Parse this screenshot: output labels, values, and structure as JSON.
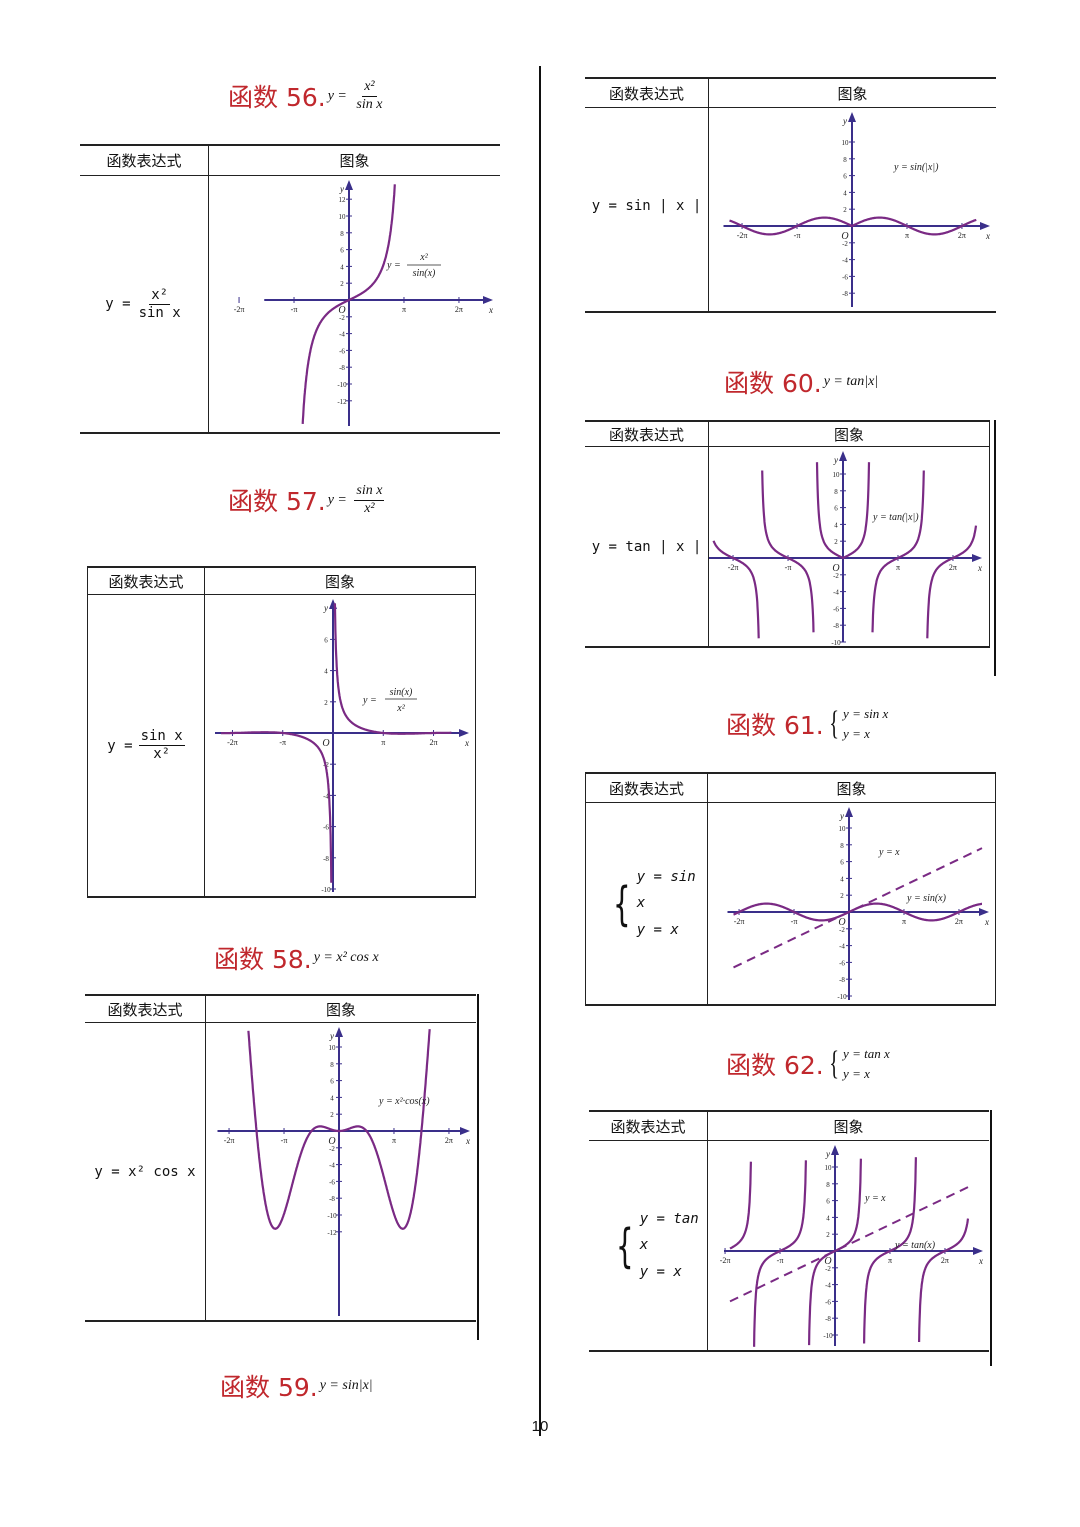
{
  "page_number": "10",
  "table_header": {
    "expr": "函数表达式",
    "graph": "图象"
  },
  "axis": {
    "x": "x",
    "y": "y",
    "origin": "O",
    "neg2pi": "-2π",
    "negpi": "-π",
    "pi": "π",
    "twopi": "2π"
  },
  "sections": [
    {
      "label": "函数 56.",
      "formula_prefix": "y =",
      "num": "x²",
      "den": "sin x",
      "expr": "y =",
      "expr_num": "x²",
      "expr_den": "sin x",
      "curve_label_prefix": "y =",
      "curve_num": "x²",
      "curve_den": "sin(x)"
    },
    {
      "label": "函数 57.",
      "formula_prefix": "y =",
      "num": "sin x",
      "den": "x²",
      "expr": "y =",
      "expr_num": "sin x",
      "expr_den": "x²",
      "curve_label_prefix": "y =",
      "curve_num": "sin(x)",
      "curve_den": "x²"
    },
    {
      "label": "函数 58.",
      "formula": "y = x² cos x",
      "expr": "y = x² cos x",
      "curve_label": "y = x²·cos(x)"
    },
    {
      "label": "函数 59.",
      "formula": "y = sin|x|",
      "expr": "y = sin | x |",
      "curve_label": "y = sin(|x|)"
    },
    {
      "label": "函数 60.",
      "formula": "y = tan|x|",
      "expr": "y = tan | x |",
      "curve_label": "y = tan(|x|)"
    },
    {
      "label": "函数 61.",
      "formula_line1": "y = sin x",
      "formula_line2": "y = x",
      "expr_line1": "y = sin x",
      "expr_line2": "y = x",
      "curve_label1": "y = x",
      "curve_label2": "y = sin(x)"
    },
    {
      "label": "函数 62.",
      "formula_line1": "y = tan x",
      "formula_line2": "y = x",
      "expr_line1": "y = tan x",
      "expr_line2": "y = x",
      "curve_label1": "y = x",
      "curve_label2": "y = tan(x)"
    }
  ],
  "colors": {
    "heading": "#c0282d",
    "curve": "#7a2a84",
    "axis": "#3a2f8a"
  }
}
